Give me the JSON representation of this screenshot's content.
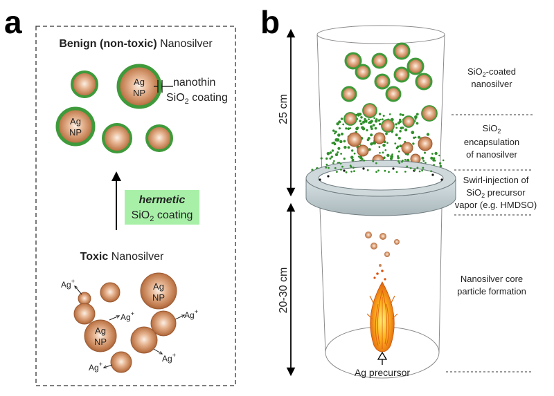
{
  "panel_a": {
    "letter": "a",
    "title_bold": "Benign (non-toxic)",
    "title_rest": " Nanosilver",
    "np_label_line1": "Ag",
    "np_label_line2": "NP",
    "annotation_line1": "nanothin",
    "annotation_line2_pre": "SiO",
    "annotation_line2_sub": "2",
    "annotation_line2_post": " coating",
    "transition_line1": "hermetic",
    "transition_line2_pre": "SiO",
    "transition_line2_sub": "2",
    "transition_line2_post": " coating",
    "toxic_bold": "Toxic",
    "toxic_rest": " Nanosilver",
    "ion_label": "Ag",
    "ion_sup": "+"
  },
  "panel_b": {
    "letter": "b",
    "dim_upper": "25 cm",
    "dim_lower": "20-30 cm",
    "label_coated_line1_pre": "SiO",
    "label_coated_line1_sub": "2",
    "label_coated_line1_post": "-coated",
    "label_coated_line2": "nanosilver",
    "label_encap_line1_pre": "SiO",
    "label_encap_line1_sub": "2",
    "label_encap_line2": "encapsulation",
    "label_encap_line3": "of nanosilver",
    "label_swirl_line1": "Swirl-injection of",
    "label_swirl_line2_pre": "SiO",
    "label_swirl_line2_sub": "2",
    "label_swirl_line2_post": " precursor",
    "label_swirl_line3": "vapor (e.g. HMDSO)",
    "label_core_line1": "Nanosilver core",
    "label_core_line2": "particle formation",
    "label_precursor": "Ag precursor"
  },
  "colors": {
    "np_core": "#c8875a",
    "np_highlight": "#f6e2d2",
    "np_shell": "#3e9a3a",
    "transition_box": "#a8f0a8",
    "ring": "#c8d4d8",
    "flame_outer": "#e06a10",
    "flame_inner": "#ffd23a"
  }
}
